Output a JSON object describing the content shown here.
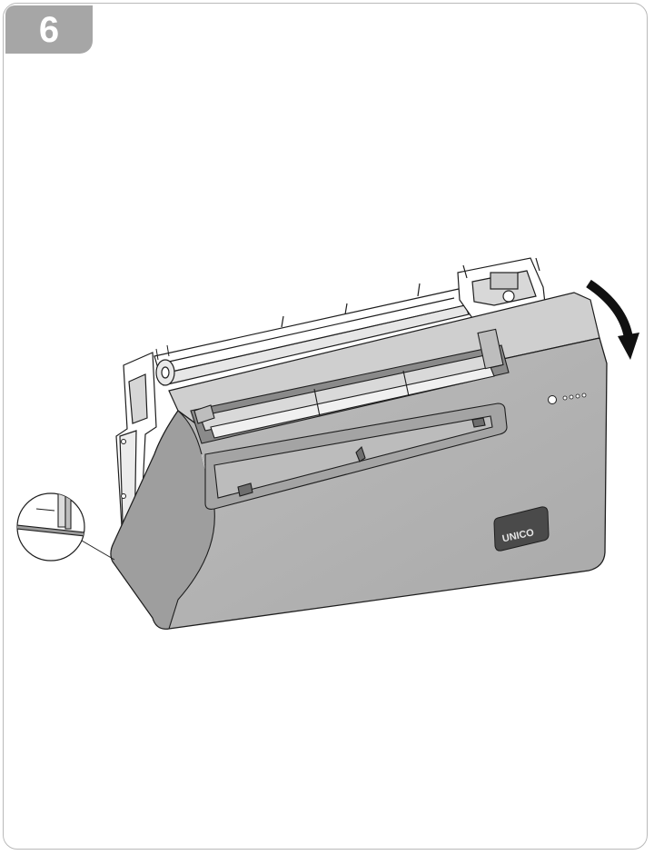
{
  "step": {
    "number": "6"
  },
  "colors": {
    "frame_border": "#b9b9b9",
    "badge_fill": "#a6a6a6",
    "badge_text": "#ffffff",
    "panel_fill": "#b4b4b4",
    "panel_dark": "#8e8e8e",
    "line": "#1e1e1e",
    "arrow": "#111111"
  },
  "illustration": {
    "subject": "air-conditioner-front-panel-being-closed",
    "icons": [
      "rotate-down-arrow-icon",
      "detail-magnifier-icon",
      "brand-logo-icon",
      "status-leds-icon"
    ],
    "logo_text": "UNICO"
  }
}
